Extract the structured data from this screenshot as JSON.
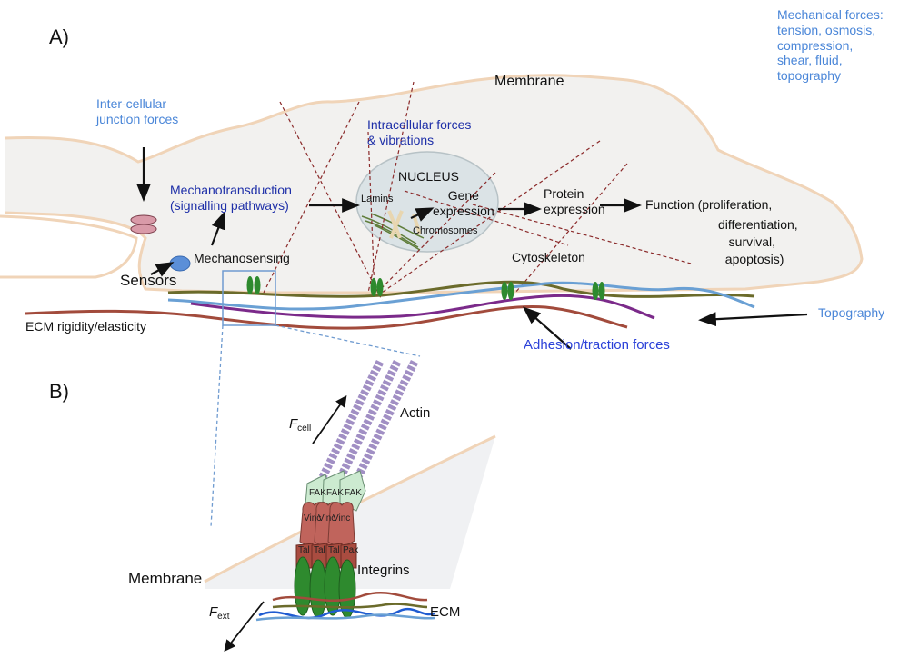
{
  "panel_a": {
    "label": "A)",
    "membrane_title": "Membrane",
    "mechanical_forces": "Mechanical forces:\ntension, osmosis,\ncompression,\nshear, fluid,\ntopography",
    "junction_forces": "Inter-cellular\njunction forces",
    "intracellular_forces": "Intracellular forces\n& vibrations",
    "mechanotransduction": "Mechanotransduction\n(signalling pathways)",
    "nucleus": "NUCLEUS",
    "lamins": "Lamins",
    "gene_expression": "Gene\nexpression",
    "chromosomes": "Chromosomes",
    "protein_expression": "Protein\nexpression",
    "function": "Function (proliferation,",
    "function_lines": "differentiation,\n   survival,\n  apoptosis)",
    "mechanosensing": "Mechanosensing",
    "sensors": "Sensors",
    "cytoskeleton": "Cytoskeleton",
    "ecm_rigidity": "ECM rigidity/elasticity",
    "topography": "Topography",
    "adhesion": "Adhesion/traction forces"
  },
  "panel_b": {
    "label": "B)",
    "actin": "Actin",
    "f_cell": "F",
    "f_cell_sub": "cell",
    "f_ext": "F",
    "f_ext_sub": "ext",
    "membrane": "Membrane",
    "integrins": "Integrins",
    "ecm": "ECM",
    "fak": [
      "FAK",
      "FAK",
      "FAK"
    ],
    "vinc": [
      "Vinc",
      "Vinc",
      "Vinc"
    ],
    "talin_pax": [
      "Tal",
      "Tal",
      "Tal",
      "Pax"
    ]
  },
  "colors": {
    "membrane": "#f2d9bf",
    "cell_fill": "#f2f1ef",
    "nucleus": "#dbe3e6",
    "integrin": "#2e8a2e",
    "label_light": "#4a86d8",
    "label_dark": "#1e2fa8"
  }
}
